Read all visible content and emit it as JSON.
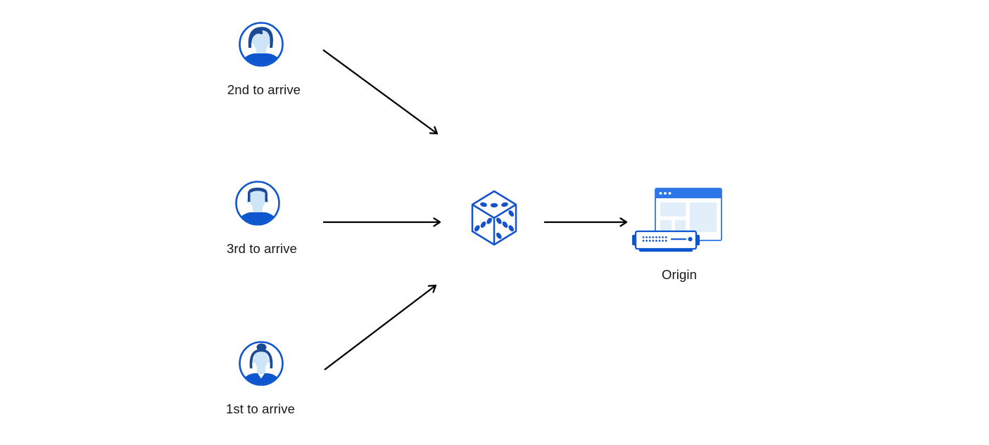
{
  "nodes": {
    "user_second": {
      "label": "2nd to arrive",
      "icon": "avatar-man-swoop-hair-icon"
    },
    "user_third": {
      "label": "3rd to arrive",
      "icon": "avatar-man-flat-hair-icon"
    },
    "user_first": {
      "label": "1st to arrive",
      "icon": "avatar-woman-bun-icon"
    },
    "randomizer": {
      "icon": "dice-icon"
    },
    "origin": {
      "label": "Origin",
      "icon": "origin-server-browser-icon"
    }
  },
  "edges": [
    {
      "from": "user_second",
      "to": "randomizer"
    },
    {
      "from": "user_third",
      "to": "randomizer"
    },
    {
      "from": "user_first",
      "to": "randomizer"
    },
    {
      "from": "randomizer",
      "to": "origin"
    }
  ],
  "colors": {
    "primary_blue": "#0e56cd",
    "hair_navy": "#1b4a97",
    "skin_light_blue": "#cde5f7",
    "panel_light_blue": "#e2eef9",
    "titlebar_blue": "#2d76e8",
    "arrow_black": "#000000",
    "label_text": "#17181a",
    "background": "#ffffff"
  }
}
